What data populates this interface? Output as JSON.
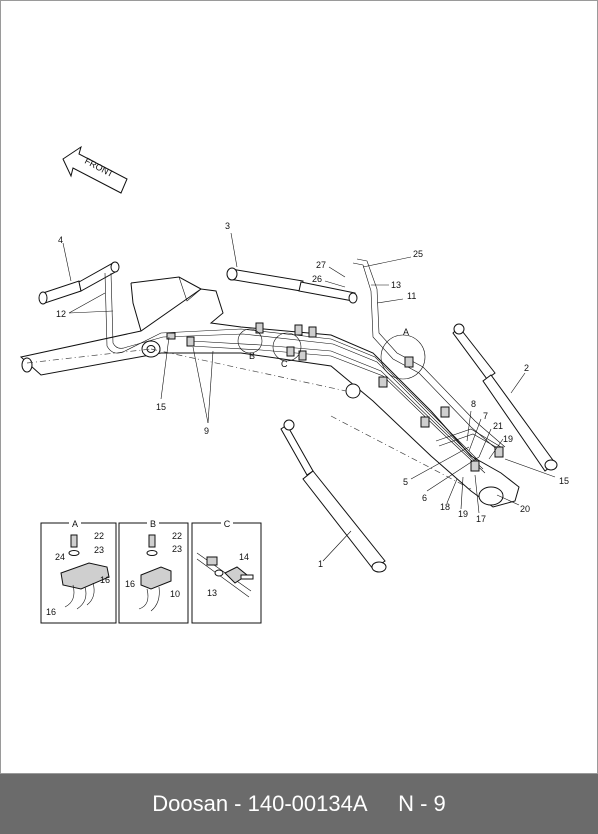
{
  "footer": {
    "brand": "Doosan",
    "separator": " - ",
    "part_number": "140-00134A",
    "page": "N - 9"
  },
  "arrow": {
    "label": "FRONT"
  },
  "callouts": [
    "1",
    "2",
    "3",
    "4",
    "5",
    "6",
    "7",
    "8",
    "9",
    "11",
    "12",
    "13",
    "15",
    "15",
    "17",
    "18",
    "19",
    "19",
    "20",
    "21",
    "25",
    "26",
    "27"
  ],
  "detail_tags": {
    "a": "A",
    "b": "B",
    "c": "C"
  },
  "inset_a": {
    "title": "A",
    "labels": [
      "22",
      "23",
      "24",
      "16",
      "16"
    ]
  },
  "inset_b": {
    "title": "B",
    "labels": [
      "22",
      "23",
      "16",
      "10"
    ]
  },
  "inset_c": {
    "title": "C",
    "labels": [
      "14",
      "13"
    ]
  }
}
